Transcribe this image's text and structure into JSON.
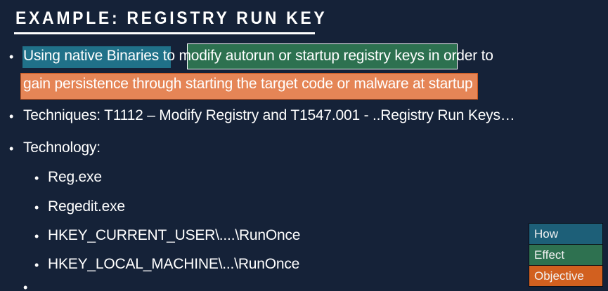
{
  "title": "EXAMPLE: REGISTRY RUN KEY",
  "bullets": {
    "b1_line1": "Using native Binaries to modify autorun or startup registry keys in order to",
    "b1_line2": "gain persistence through starting the target code or malware at startup",
    "b2": "Techniques: T1112 – Modify Registry and T1547.001 - ..Registry Run Keys…",
    "b3": "Technology:",
    "sub": [
      "Reg.exe",
      "Regedit.exe",
      "HKEY_CURRENT_USER\\....\\RunOnce",
      "HKEY_LOCAL_MACHINE\\...\\RunOnce"
    ]
  },
  "legend": {
    "how": "How",
    "effect": "Effect",
    "objective": "Objective"
  },
  "colors": {
    "background": "#152238",
    "how": "#1d5f78",
    "effect": "#2e7150",
    "objective": "#d2601f"
  }
}
